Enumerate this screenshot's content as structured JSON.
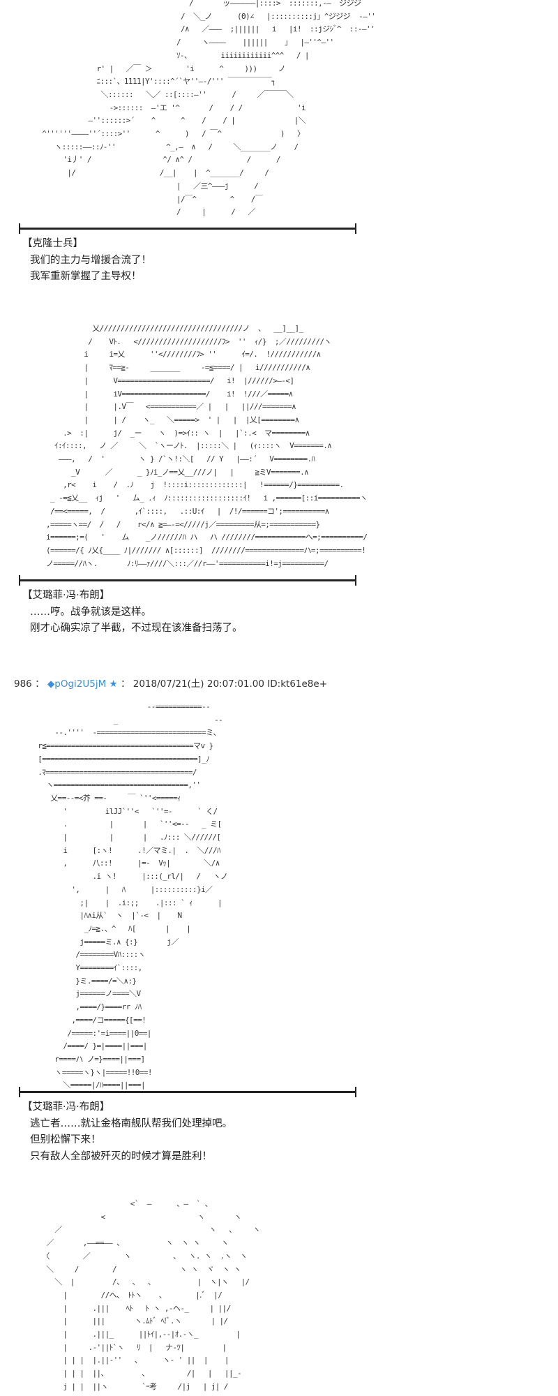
{
  "art": {
    "a1": "                                             /       ッ――――――|::::>  :::::::,-―  ジジジ\n                                           /  ＼_ノ      (Θ)∠   |::::::::::j」^ジジジ  -―''\n                                           /∧   ／―――  ;||||||   i   |i!  ::jジｼﾞ^  ::-―''\n                                          /     ヽ――――    ||||||    」  |―''^―''\n                                          ｿ-、       iiiiiiiiiiii^^^   / |\n                       r' |   ／￣ ＞        'i      ^     )))     ノ\n                       ﾆ:::`、1111|Y'::::^´`ヤ''―-/''' ￣￣￣￣￣￣┐\n                        ＼::::::   ＼／ ::[::::―''      /     ／￣￣￣＼\n                          ->::::::  ―'エ '^       /    / /             'i\n                     ―''::::::>´    ^      ^    /    / |              |＼\n          ^''''''――――''´::::>''      ^      )   / ￣^              )   〉\n             ヽ:::::――::ﾉ-''            ^_,―  ∧   /     ＼_______ノ    /\n               'i丿' /                 ^/ ∧^ /             /      /\n                |/                    /__|    |  ^_______/     /\n                                          |   ／三^―――j      /\n                                          |/￣^        ^    /￣\n                                          /     |      /   ／",
    "a2": "            乂//////////////////////////////////ノ  、  __]__]_\n           /    Vﾄ.   <////////////////////ﾌ>  ''  ｨ/}  ;／/////////ヽ\n          i     i=乂      ''<////////ﾌ> ''      ｲ=/.  !///////////∧\n          |     ﾏ==≧-     _______     -=≦====/ |   i///////////∧\n          |      V======================/   i!  |//////>―-<]\n          |      iV====================/    i!  !///／=====∧\n          |      |.V￣   <===========／ |   |   ||///=======∧\n          |      | /    ヽ_   ＼=====>  ' |   |  |乂[========∧\n     .>  :|      j/  _ー    ヽ  )=>ｲ:: ヽ  |   |`:.<  マ========∧\n   ｲ:ｲ::::,   ノ ／     ＼  `ヽーノﾄ.  |:::::＼ |   (ｨ::::ヽ  V=======.∧\n    ―――,   /  '        ヽ } /`ヽ!:＼[   // Y   |――:´   V========.ﾊ\n       _V      ／      _ }ﾉi_ノ==乂__///ノ|   |     ≧ミV=======.∧\n     ,r<    i    /  .ﾉ    j  !::::i:::::::::::::|   !======/}==========.\n  _ -=≦乂__  ｨj   '   ム_ .ｨ  ﾉ::::::::::::::::::ｲ!   i ,======[::i==========ヽ\n  /==<=====,  /       ,ｲ`::::,   .::U:ｲ   |  /!/======コ';==========∧\n ,=====ヽ==/  /   /    r</∧ ≧=―-=</////j／=========从=;===========}\n i======;=(   '    ム    _ノ//////ﾊ ハ   ハ ////////============へ=;==========/\n (======/{ ﾉ乂{____ ﾉ|/////// ∧[::::::]  ////////==============ハ=;==========!\n ノ=====//ﾊヽ.       ﾉ:ﾘ――ｧ////＼:::／//r――'===========i!=j==========/",
    "a3": "                                   --===========--\n                           _                       --\n             --.''''  -==========================ミ、\n         r≦===================================マv }\n         [=====================================]_ﾉ\n         .ﾏ===================================/\n           ヽ================================,''\n            乂==--=<芥 ==-     ￣ `''<=====ｨ\n               '         ilJJ`''<   `''=-      ` く/\n               .          |       |   `''<=--   _ ミ[\n               |          |       |   .ﾉ::: ＼//////[\n               i      [:ヽ!      .!／マミ.|  .  ＼///ﾊ\n               ,      八::!      |=-  Vｯ|        ＼/∧\n                      .i ヽ!      |:::(_rl/|   /   ヽノ\n                 ',      |   ﾊ      |::::::::::}i／\n                   ;|    |  .i:;;    .|::: ` ｨ      |\n                   |ﾊ∧i从`  ヽ  |`-<  |    N\n                    _ﾉ=≧.、^   ﾊ[       |    |\n                   j=====ミ.∧ {:}       j／\n                  /========Vﾊ::::ヽ\n                  Y========ｲ`::::,\n                  }ミ.====/=＼∧:}\n                  j======ノ====＼V\n                  ,====/}====rr ﾉﾊ\n                 ,====/コ====={[==!\n                /=====:'=i====||0==|\n               /====/ }=|====||===|\n             r====ハ ノ=}====||===]\n             ヽ=====ヽ}ヽ|=====!!0==!\n               ＼=====|/ﾊ====||===|",
    "a4": "                               <`  ―      、―  ` 、\n                        <                      ヽ       ヽ\n             ／                                   ヽ   、    ヽ\n           ／       ,――==―― 、          ヽ  ヽ ヽ     ヽ\n          〈        ／        ヽ          、  ヽ. ヽ  .ヽ  ヽ\n           ＼     /        /               ヽ ヽ  ヾ  ヽ ヽ\n             ＼  |         /、  、  、          |  ヽ|ヽ   |/\n               |        //へ、 ﾄﾄヽ    、       |.ﾞ  |/\n               |      .|||    ﾍﾄ   ﾄ ヽ ,-ヘ-_     | ||/\n               |      |||       ヽ.ﾑﾄﾞ ﾍ!ﾞ.ヽ       | |/\n               |      .|||_      ||ﾄｲ|,--|ｵ.-ヽ_         |\n               |     .-'||ﾄ`ヽ   ﾘ  |   ナ-ﾂ|         |\n               | | |  |.||-''   、     ヽ- ' ||  |    |\n               | | |  ||、        、         /|   |   ||_-\n               j | |  ||ヽ        `ｰ考     /|j   | j| /"
  },
  "dialogs": [
    {
      "speaker": "【克隆士兵】",
      "lines": [
        "我们的主力与增援合流了！",
        "我军重新掌握了主导权！"
      ]
    },
    {
      "speaker": "【艾璐菲·冯·布朗】",
      "lines": [
        "……哼。战争就该是这样。",
        "刚才心确实凉了半截，不过现在该准备扫荡了。"
      ]
    },
    {
      "speaker": "【艾璐菲·冯·布朗】",
      "lines": [
        "逃亡者……就让金格南舰队帮我们处理掉吧。",
        "但别松懈下来！",
        "只有敌人全部被歼灭的时候才算是胜利！"
      ]
    }
  ],
  "post": {
    "number": "986",
    "sep1": "：",
    "trip": "◆pOgi2U5jM",
    "star": "★",
    "sep2": "：",
    "datetime": "2018/07/21(土) 20:07:01.00",
    "id": "ID:kt61e8e+"
  },
  "colors": {
    "trip": "#3b8fe0",
    "text": "#222222"
  }
}
